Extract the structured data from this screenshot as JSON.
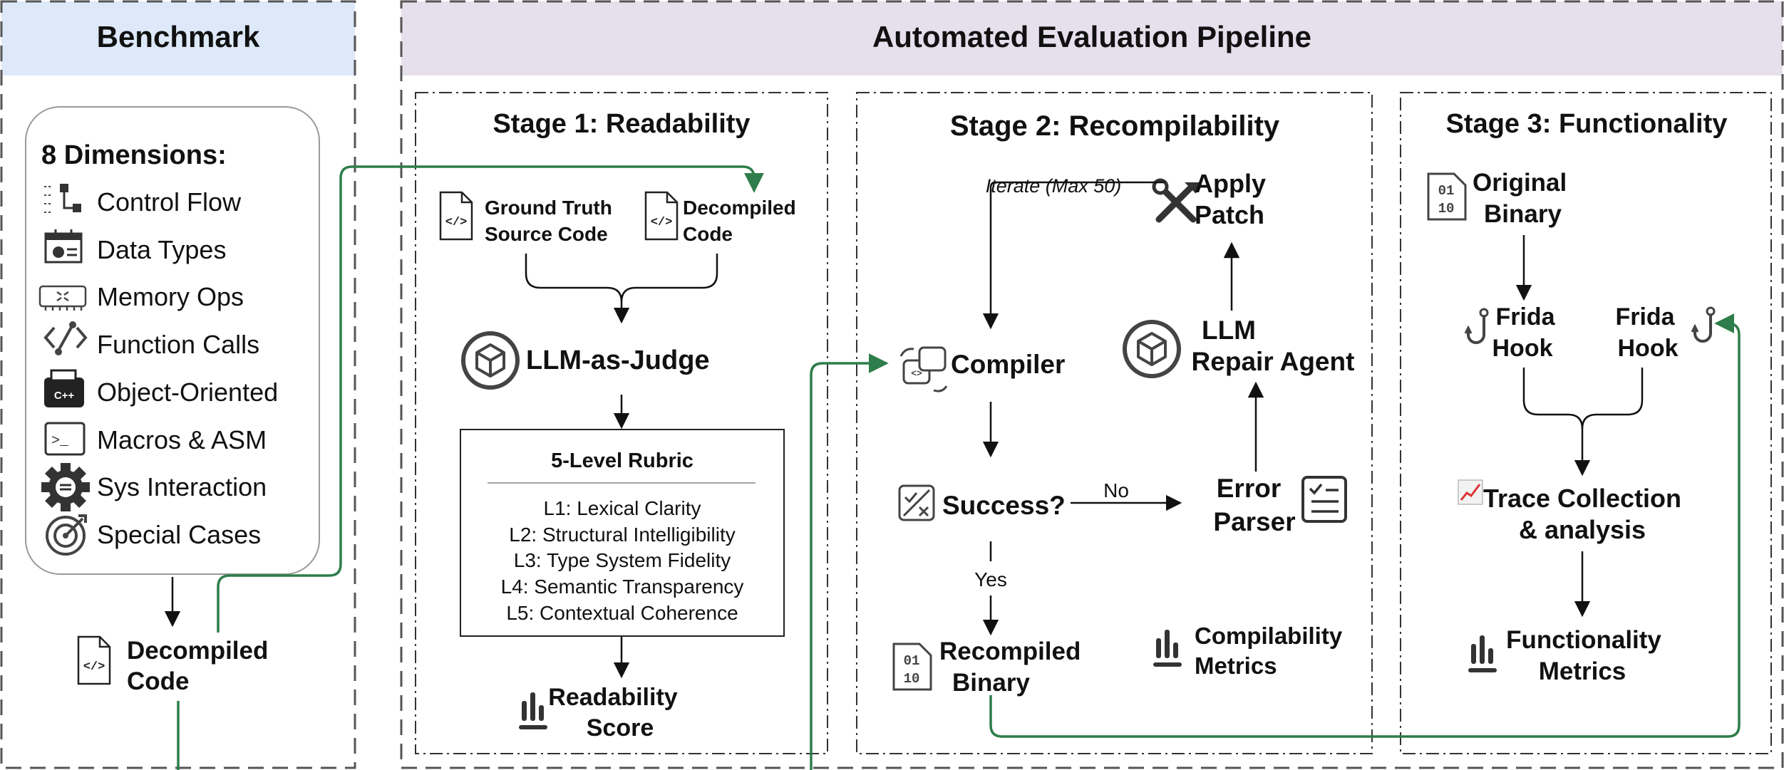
{
  "benchmark": {
    "header": "Benchmark",
    "dimensions_title": "8 Dimensions:",
    "dimensions": [
      {
        "label": "Control Flow",
        "icon": "control-flow-icon"
      },
      {
        "label": "Data Types",
        "icon": "data-types-icon"
      },
      {
        "label": "Memory Ops",
        "icon": "memory-ops-icon"
      },
      {
        "label": "Function Calls",
        "icon": "function-calls-icon"
      },
      {
        "label": "Object-Oriented",
        "icon": "object-oriented-icon"
      },
      {
        "label": "Macros & ASM",
        "icon": "terminal-icon"
      },
      {
        "label": "Sys Interaction",
        "icon": "gear-icon"
      },
      {
        "label": "Special Cases",
        "icon": "target-icon"
      }
    ],
    "output": [
      "Decompiled",
      "Code"
    ]
  },
  "pipeline": {
    "header": "Automated Evaluation Pipeline",
    "stage1": {
      "title": "Stage 1: Readability",
      "input1": [
        "Ground Truth",
        "Source Code"
      ],
      "input2": [
        "Decompiled",
        "Code"
      ],
      "judge": "LLM-as-Judge",
      "rubric_title": "5-Level Rubric",
      "rubric_levels": [
        "L1: Lexical Clarity",
        "L2: Structural Intelligibility",
        "L3: Type System Fidelity",
        "L4: Semantic Transparency",
        "L5: Contextual Coherence"
      ],
      "output": [
        "Readability",
        "Score"
      ]
    },
    "stage2": {
      "title": "Stage 2: Recompilability",
      "iterate": "Iterate (Max 50)",
      "apply_patch": [
        "Apply",
        "Patch"
      ],
      "compiler": "Compiler",
      "repair_agent": [
        "LLM",
        "Repair Agent"
      ],
      "success": "Success?",
      "no": "No",
      "yes": "Yes",
      "error_parser": [
        "Error",
        "Parser"
      ],
      "recompiled": [
        "Recompiled",
        "Binary"
      ],
      "metrics": [
        "Compilability",
        "Metrics"
      ]
    },
    "stage3": {
      "title": "Stage 3: Functionality",
      "original": [
        "Original",
        "Binary"
      ],
      "hook1": [
        "Frida",
        "Hook"
      ],
      "hook2": [
        "Frida",
        "Hook"
      ],
      "trace": [
        "Trace Collection",
        "& analysis"
      ],
      "metrics": [
        "Functionality",
        "Metrics"
      ]
    }
  },
  "colors": {
    "benchmark_header": "#dde9f9",
    "pipeline_header": "#e6dfec",
    "flow_green": "#2e7d4a",
    "icon_dark": "#333333"
  }
}
